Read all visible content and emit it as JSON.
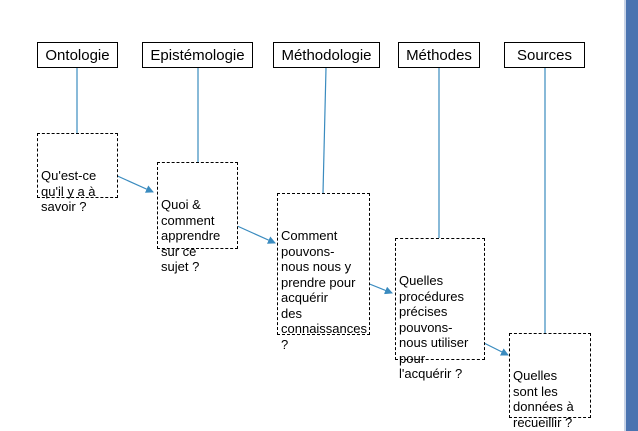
{
  "headers": [
    {
      "label": "Ontologie"
    },
    {
      "label": "Epistémologie"
    },
    {
      "label": "Méthodologie"
    },
    {
      "label": "Méthodes"
    },
    {
      "label": "Sources"
    }
  ],
  "questions": [
    {
      "text": "Qu'est-ce\nqu'il y a à\nsavoir ?"
    },
    {
      "text": "Quoi &\ncomment\napprendre\nsur ce\nsujet ?"
    },
    {
      "text": "Comment\npouvons-\nnous nous y\nprendre pour\nacquérir\ndes\nconnaissances\n?"
    },
    {
      "text": "Quelles\nprocédures\nprécises\npouvons-\nnous utiliser\npour\nl'acquérir ?"
    },
    {
      "text": "Quelles\nsont les\ndonnées à\nrecueillir ?"
    }
  ],
  "colors": {
    "connector": "#3a8bbf",
    "border_accent": "#4a73b0"
  }
}
